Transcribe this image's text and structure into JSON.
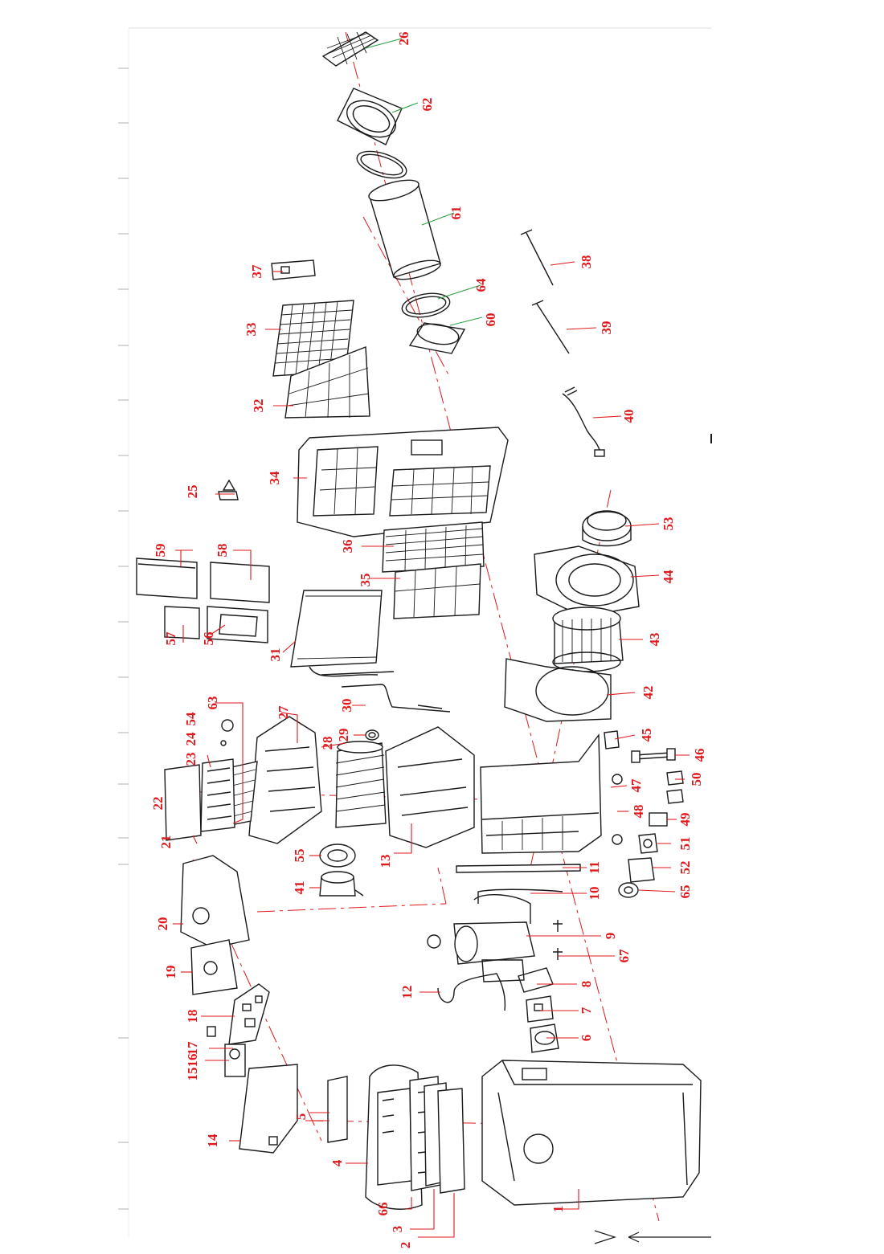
{
  "labels": [
    {
      "id": "1",
      "text": "1"
    },
    {
      "id": "2",
      "text": "2"
    },
    {
      "id": "3",
      "text": "3"
    },
    {
      "id": "4",
      "text": "4"
    },
    {
      "id": "5",
      "text": "5"
    },
    {
      "id": "6",
      "text": "6"
    },
    {
      "id": "7",
      "text": "7"
    },
    {
      "id": "8",
      "text": "8"
    },
    {
      "id": "9",
      "text": "9"
    },
    {
      "id": "10",
      "text": "10"
    },
    {
      "id": "11",
      "text": "11"
    },
    {
      "id": "12",
      "text": "12"
    },
    {
      "id": "13",
      "text": "13"
    },
    {
      "id": "14",
      "text": "14"
    },
    {
      "id": "15",
      "text": "15"
    },
    {
      "id": "16",
      "text": "16"
    },
    {
      "id": "17",
      "text": "17"
    },
    {
      "id": "18",
      "text": "18"
    },
    {
      "id": "19",
      "text": "19"
    },
    {
      "id": "20",
      "text": "20"
    },
    {
      "id": "21",
      "text": "21"
    },
    {
      "id": "22",
      "text": "22"
    },
    {
      "id": "23",
      "text": "23"
    },
    {
      "id": "24",
      "text": "24"
    },
    {
      "id": "25",
      "text": "25"
    },
    {
      "id": "26",
      "text": "26"
    },
    {
      "id": "27",
      "text": "27"
    },
    {
      "id": "28",
      "text": "28"
    },
    {
      "id": "29",
      "text": "29"
    },
    {
      "id": "30",
      "text": "30"
    },
    {
      "id": "31",
      "text": "31"
    },
    {
      "id": "32",
      "text": "32"
    },
    {
      "id": "33",
      "text": "33"
    },
    {
      "id": "34",
      "text": "34"
    },
    {
      "id": "35",
      "text": "35"
    },
    {
      "id": "36",
      "text": "36"
    },
    {
      "id": "37",
      "text": "37"
    },
    {
      "id": "38",
      "text": "38"
    },
    {
      "id": "39",
      "text": "39"
    },
    {
      "id": "40",
      "text": "40"
    },
    {
      "id": "41",
      "text": "41"
    },
    {
      "id": "42",
      "text": "42"
    },
    {
      "id": "43",
      "text": "43"
    },
    {
      "id": "44",
      "text": "44"
    },
    {
      "id": "45",
      "text": "45"
    },
    {
      "id": "46",
      "text": "46"
    },
    {
      "id": "47",
      "text": "47"
    },
    {
      "id": "48",
      "text": "48"
    },
    {
      "id": "49",
      "text": "49"
    },
    {
      "id": "50",
      "text": "50"
    },
    {
      "id": "51",
      "text": "51"
    },
    {
      "id": "52",
      "text": "52"
    },
    {
      "id": "53",
      "text": "53"
    },
    {
      "id": "54",
      "text": "54"
    },
    {
      "id": "55",
      "text": "55"
    },
    {
      "id": "56",
      "text": "56"
    },
    {
      "id": "57",
      "text": "57"
    },
    {
      "id": "58",
      "text": "58"
    },
    {
      "id": "59",
      "text": "59"
    },
    {
      "id": "60",
      "text": "60"
    },
    {
      "id": "61",
      "text": "61"
    },
    {
      "id": "62",
      "text": "62"
    },
    {
      "id": "63",
      "text": "63"
    },
    {
      "id": "64",
      "text": "64"
    },
    {
      "id": "65",
      "text": "65"
    },
    {
      "id": "66",
      "text": "66"
    },
    {
      "id": "67",
      "text": "67"
    }
  ],
  "colors": {
    "label": "#e0181c",
    "line": "#1a1a1a",
    "leader_green": "#2ea043"
  }
}
